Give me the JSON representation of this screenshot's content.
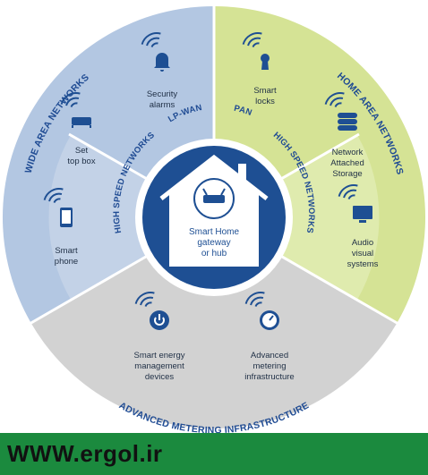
{
  "colors": {
    "wan_blue": "#b3c7e2",
    "han_green": "#d5e395",
    "ami_gray": "#d2d2d2",
    "hub_navy": "#1e4f93",
    "label_blue": "#1f4b93",
    "footer_green": "#1b8a3e"
  },
  "sections": {
    "wide_area": "WIDE AREA NETWORKS",
    "home_area": "HOME AREA NETWORKS",
    "advanced_metering": "ADVANCED METERING INFRASTRUCTURE"
  },
  "subnets": {
    "lp_wan": "LP-WAN",
    "pan": "PAN",
    "high_speed_left": "HIGH SPEED NETWORKS",
    "high_speed_right": "HIGH SPEED NETWORKS"
  },
  "devices": {
    "security": {
      "line1": "Security",
      "line2": "alarms",
      "icon": "bell-icon"
    },
    "settop": {
      "line1": "Set",
      "line2": "top box",
      "icon": "set-top-box-icon"
    },
    "phone": {
      "line1": "Smart",
      "line2": "phone",
      "icon": "smartphone-icon"
    },
    "locks": {
      "line1": "Smart",
      "line2": "locks",
      "icon": "keyhole-icon"
    },
    "nas": {
      "line1": "Network",
      "line2": "Attached",
      "line3": "Storage",
      "icon": "storage-icon"
    },
    "audio": {
      "line1": "Audio",
      "line2": "visual",
      "line3": "systems",
      "icon": "monitor-icon"
    },
    "energy": {
      "line1": "Smart energy",
      "line2": "management",
      "line3": "devices",
      "icon": "power-icon"
    },
    "metering": {
      "line1": "Advanced",
      "line2": "metering",
      "line3": "infrastructure",
      "icon": "gauge-icon"
    }
  },
  "hub": {
    "line1": "Smart Home",
    "line2": "gateway",
    "line3": "or hub",
    "icon": "router-icon"
  },
  "footer": {
    "text": "WWW.ergol.ir"
  }
}
